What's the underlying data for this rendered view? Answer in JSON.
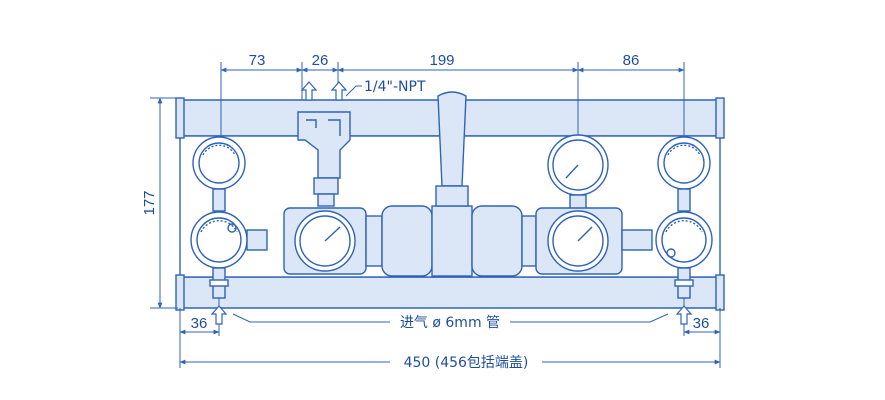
{
  "colors": {
    "line": "#2f63b8",
    "fill_light": "#dbe7f7",
    "fill_mid": "#b8cdea",
    "text": "#1f4e9c"
  },
  "dimensions": {
    "top": [
      "73",
      "26",
      "199",
      "86"
    ],
    "height": "177",
    "left_offset": "36",
    "right_offset": "36",
    "total_width": "450 (456包括端盖)"
  },
  "callouts": {
    "thread": "1/4\"-NPT",
    "inlet": "进气 ø 6mm 管"
  },
  "icons": [
    "arrow-up-icon",
    "gauge-icon",
    "regulator-knob-icon",
    "valve-handle-icon"
  ]
}
